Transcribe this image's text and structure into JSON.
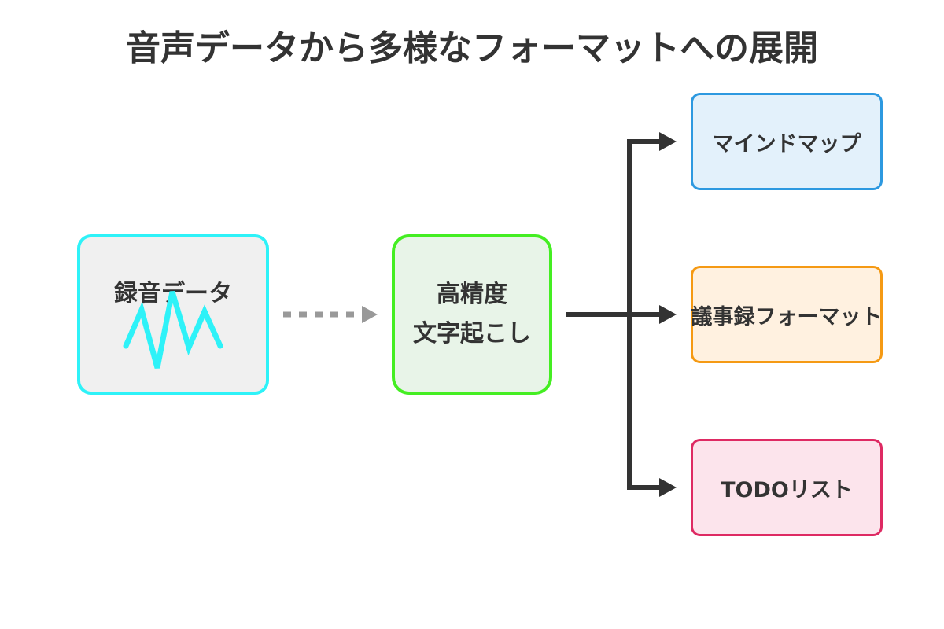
{
  "title": "音声データから多様なフォーマットへの展開",
  "nodes": {
    "source": {
      "label": "録音データ",
      "icon": "waveform-icon",
      "color": "#2ef2f8"
    },
    "transcribe": {
      "line1": "高精度",
      "line2": "文字起こし",
      "color": "#44ee22"
    },
    "outputs": [
      {
        "label": "マインドマップ",
        "color": "#2d99e0"
      },
      {
        "label": "議事録フォーマット",
        "color": "#f59a14"
      },
      {
        "label": "TODOリスト",
        "color": "#de2a63"
      }
    ]
  },
  "connectors": {
    "source_to_transcribe": "dashed-arrow",
    "transcribe_to_outputs": "branching-arrows"
  }
}
